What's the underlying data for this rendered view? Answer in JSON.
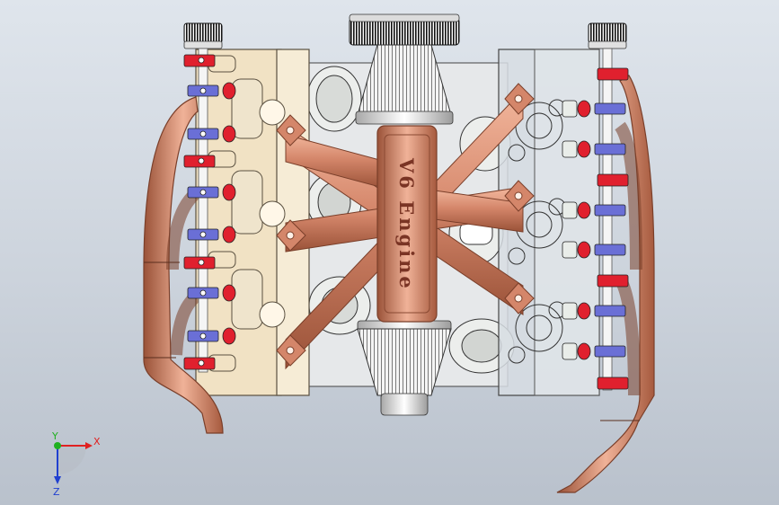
{
  "viewport": {
    "model_label": "V6 Engine",
    "triad": {
      "x_label": "X",
      "y_label": "Y",
      "z_label": "Z"
    }
  },
  "colors": {
    "background_top": "#dfe5ec",
    "background_bottom": "#b9c1cc",
    "copper": "#d4866a",
    "copper_dark": "#8a4a33",
    "left_head": "#f1e2c4",
    "right_head": "#d7dde3",
    "plug_red": "#e0202e",
    "plug_blue": "#6a6fd6",
    "axis_x": "#e02020",
    "axis_y": "#20b020",
    "axis_z": "#2040d0"
  },
  "icons": [
    "coordinate-triad-icon"
  ]
}
